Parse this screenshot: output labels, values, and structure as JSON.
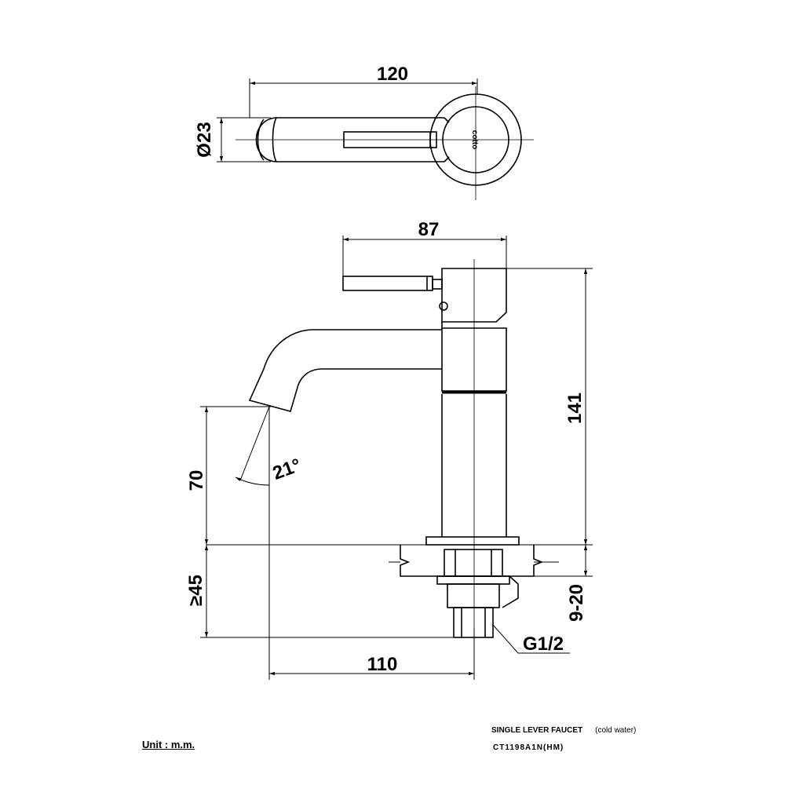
{
  "top_view": {
    "dim_length": "120",
    "dim_diameter": "Ø23",
    "brand_mark": "cotto"
  },
  "side_view": {
    "dim_lever_reach": "87",
    "dim_total_height": "141",
    "dim_spout_height": "70",
    "dim_spout_angle": "21°",
    "dim_spout_reach": "110",
    "dim_shank_length": "≥45",
    "dim_counter_thickness": "9-20",
    "thread_size": "G1/2"
  },
  "footer": {
    "unit_label": "Unit : m.m.",
    "product_name": "SINGLE LEVER FAUCET",
    "product_note": "(cold water)",
    "model_code": "CT1198A1N(HM)"
  }
}
